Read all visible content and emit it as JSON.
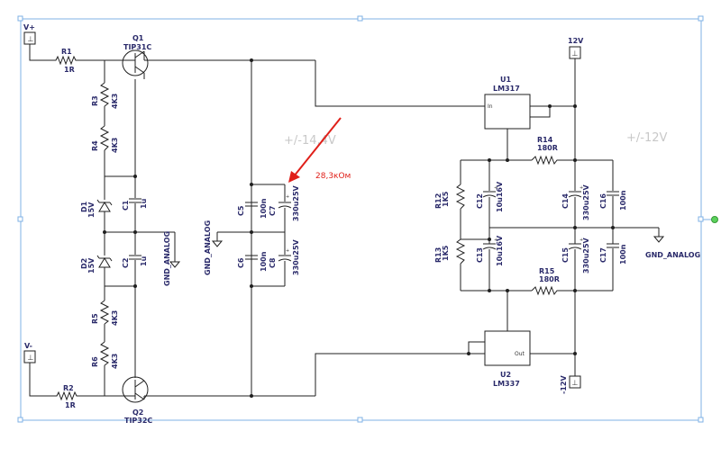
{
  "labels": {
    "vplus": "V+",
    "vminus": "V-",
    "r1": "R1",
    "r1v": "1R",
    "r2": "R2",
    "r2v": "1R",
    "r3": "R3",
    "r3v": "4K3",
    "r4": "R4",
    "r4v": "4K3",
    "r5": "R5",
    "r5v": "4K3",
    "r6": "R6",
    "r6v": "4K3",
    "d1": "D1",
    "d1v": "15V",
    "d2": "D2",
    "d2v": "15V",
    "c1": "C1",
    "c1v": "1u",
    "c2": "C2",
    "c2v": "1u",
    "q1": "Q1",
    "q1v": "TIP31C",
    "q2": "Q2",
    "q2v": "TIP32C",
    "gnd1": "GND_ANALOG",
    "gnd2": "GND_ANALOG",
    "gnd3": "GND_ANALOG",
    "c5": "C5",
    "c5v": "100n",
    "c6": "C6",
    "c6v": "100n",
    "c7": "C7",
    "c7v": "330u25V",
    "c8": "C8",
    "c8v": "330u25V",
    "pm14": "+/-14,4V",
    "pm12": "+/-12V",
    "annot": "28,3кОм",
    "u1": "U1",
    "u1v": "LM317",
    "u1in": "In",
    "u2": "U2",
    "u2v": "LM337",
    "u2out": "Out",
    "p12": "12V",
    "m12": "-12V",
    "r14": "R14",
    "r14v": "180R",
    "r15": "R15",
    "r15v": "180R",
    "r12": "R12",
    "r12v": "1K5",
    "r13": "R13",
    "r13v": "1K5",
    "c12": "C12",
    "c12v": "10u16V",
    "c13": "C13",
    "c13v": "10u16V",
    "c14": "C14",
    "c14v": "330u25V",
    "c15": "C15",
    "c15v": "330u25V",
    "c16": "C16",
    "c16v": "100n",
    "c17": "C17",
    "c17v": "100n"
  },
  "colors": {
    "wire": "#1f1f1f",
    "label": "#2a2a6a",
    "annotation": "#e0201a",
    "voltage_text": "#c8c8c8",
    "selection": "#7fb2e6",
    "handle_green": "#5bd15b"
  }
}
